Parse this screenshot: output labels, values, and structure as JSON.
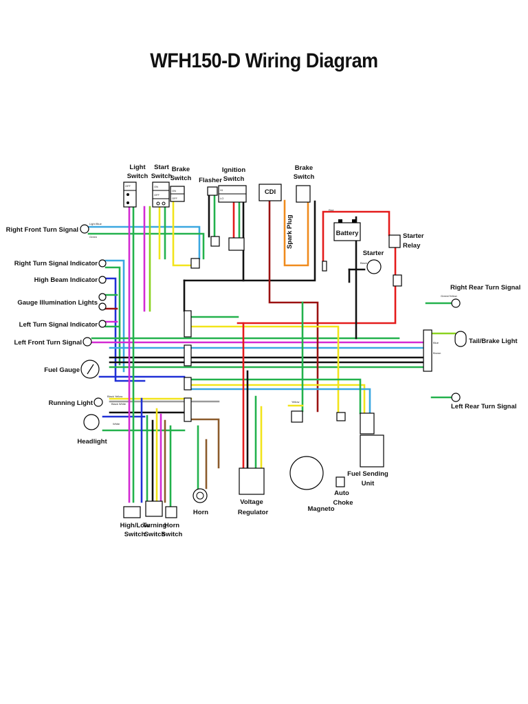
{
  "title": "WFH150-D Wiring Diagram",
  "labels": {
    "light_switch": [
      "Light",
      "Switch"
    ],
    "start_switch": [
      "Start",
      "Switch"
    ],
    "brake_switch_top": [
      "Brake",
      "Switch"
    ],
    "flasher": "Flasher",
    "ignition_switch": [
      "Ignition",
      "Switch"
    ],
    "cdi": "CDI",
    "brake_switch_right": [
      "Brake",
      "Switch"
    ],
    "spark_plug": "Spark Plug",
    "battery": "Battery",
    "starter": "Starter",
    "starter_relay": [
      "Starter",
      "Relay"
    ],
    "right_front_turn_signal": "Right Front Turn Signal",
    "right_turn_signal_indicator": "Right Turn Signal Indicator",
    "high_beam_indicator": "High Beam Indicator",
    "gauge_illumination_lights": "Gauge Illumination Lights",
    "left_turn_signal_indicator": "Left Turn Signal Indicator",
    "left_front_turn_signal": "Left Front Turn Signal",
    "fuel_gauge": "Fuel Gauge",
    "running_light": "Running Light",
    "headlight": "Headlight",
    "right_rear_turn_signal": "Right Rear Turn Signal",
    "tail_brake_light": "Tail/Brake Light",
    "left_rear_turn_signal": "Left Rear Turn Signal",
    "horn": "Horn",
    "voltage_regulator": [
      "Voltage",
      "Regulator"
    ],
    "magneto": "Magneto",
    "auto_choke": [
      "Auto",
      "Choke"
    ],
    "fuel_sending_unit": [
      "Fuel Sending",
      "Unit"
    ],
    "high_low_switch": [
      "High/Low",
      "Switch"
    ],
    "turning_switch": [
      "Turning",
      "Switch"
    ],
    "horn_switch": [
      "Horn",
      "Switch"
    ]
  },
  "wire_labels": {
    "light_blue": "Light Blue",
    "green": "Green",
    "red": "Red",
    "black": "Black",
    "blue": "Blue",
    "black_white": "Black White",
    "black_yellow": "Black Yellow",
    "green_yellow": "Green/Yellow",
    "brown": "Brown",
    "yellow": "Yellow",
    "white": "White"
  },
  "switch_tags": {
    "on": "ON",
    "off": "OFF",
    "hi": "HI",
    "lo": "LO"
  },
  "colors": {
    "red": "#e41b1b",
    "light_blue": "#3aa7e0",
    "green": "#22b14c",
    "black": "#111111",
    "blue": "#1f2fd6",
    "yellow": "#f2e41a",
    "brown": "#8b5a2b",
    "orange": "#f08a1c",
    "magenta": "#d32ad3",
    "dark_red": "#9b1111",
    "gray": "#9a9a9a",
    "light_green": "#8ad21f"
  }
}
